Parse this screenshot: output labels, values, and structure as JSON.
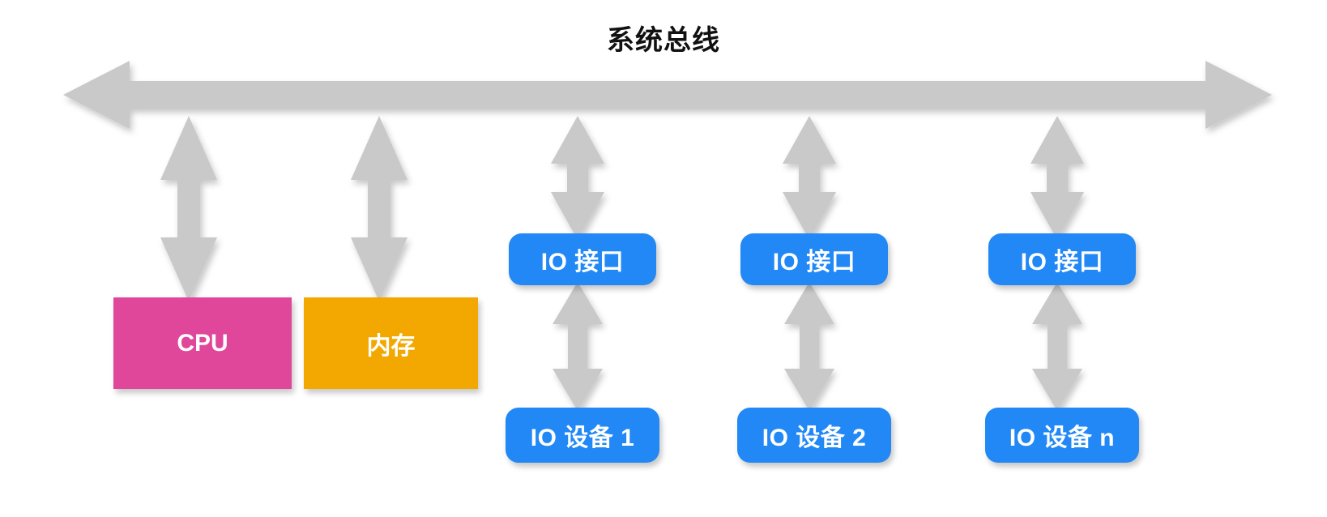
{
  "diagram": {
    "title": "系统总线",
    "colors": {
      "bus_arrow": "#C9C9C9",
      "connector_arrow": "#C9C9C9",
      "cpu_box": "#E0479A",
      "memory_box": "#F2A800",
      "io_box": "#2188F5",
      "title_text": "#111111",
      "box_text": "#FFFFFF",
      "background": "#FFFFFF"
    },
    "bus": {
      "label": "系统总线",
      "orientation": "horizontal",
      "arrowheads": "both"
    },
    "nodes": [
      {
        "id": "cpu",
        "label": "CPU",
        "shape": "rect",
        "color": "#E0479A"
      },
      {
        "id": "memory",
        "label": "内存",
        "shape": "rect",
        "color": "#F2A800"
      },
      {
        "id": "io-if-1",
        "label": "IO 接口",
        "shape": "pill",
        "color": "#2188F5"
      },
      {
        "id": "io-if-2",
        "label": "IO 接口",
        "shape": "pill",
        "color": "#2188F5"
      },
      {
        "id": "io-if-3",
        "label": "IO 接口",
        "shape": "pill",
        "color": "#2188F5"
      },
      {
        "id": "io-dev-1",
        "label": "IO 设备 1",
        "shape": "pill",
        "color": "#2188F5"
      },
      {
        "id": "io-dev-2",
        "label": "IO 设备 2",
        "shape": "pill",
        "color": "#2188F5"
      },
      {
        "id": "io-dev-n",
        "label": "IO 设备 n",
        "shape": "pill",
        "color": "#2188F5"
      }
    ],
    "connectors": [
      {
        "from": "bus",
        "to": "cpu",
        "arrowheads": "both"
      },
      {
        "from": "bus",
        "to": "memory",
        "arrowheads": "both"
      },
      {
        "from": "bus",
        "to": "io-if-1",
        "arrowheads": "both"
      },
      {
        "from": "bus",
        "to": "io-if-2",
        "arrowheads": "both"
      },
      {
        "from": "bus",
        "to": "io-if-3",
        "arrowheads": "both"
      },
      {
        "from": "io-if-1",
        "to": "io-dev-1",
        "arrowheads": "both"
      },
      {
        "from": "io-if-2",
        "to": "io-dev-2",
        "arrowheads": "both"
      },
      {
        "from": "io-if-3",
        "to": "io-dev-n",
        "arrowheads": "both"
      }
    ]
  }
}
